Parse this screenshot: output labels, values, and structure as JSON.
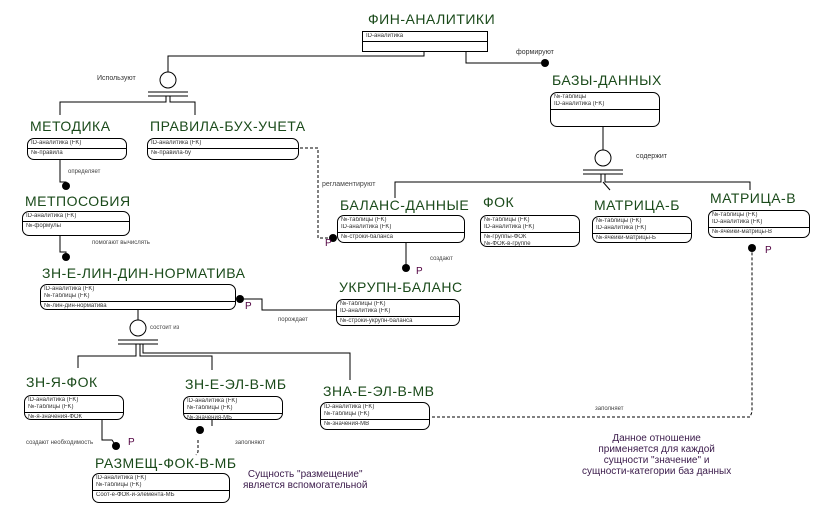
{
  "entities": {
    "fin": {
      "title": "ФИН-АНАЛИТИКИ",
      "pk": [
        "ID-аналитика"
      ],
      "attrs": []
    },
    "bazy": {
      "title": "БАЗЫ-ДАННЫХ",
      "pk": [
        "№-таблицы",
        "ID-аналитика (FK)"
      ],
      "attrs": []
    },
    "metodika": {
      "title": "МЕТОДИКА",
      "pk": [
        "ID-аналитика (FK)"
      ],
      "attrs": [
        "№-правила"
      ]
    },
    "pravila": {
      "title": "ПРАВИЛА-БУХ-УЧЕТА",
      "pk": [
        "ID-аналитика (FK)"
      ],
      "attrs": [
        "№-правила-бу"
      ]
    },
    "metposobiya": {
      "title": "МЕТПОСОБИЯ",
      "pk": [
        "ID-аналитика (FK)"
      ],
      "attrs": [
        "№-формулы"
      ]
    },
    "balans": {
      "title": "БАЛАНС-ДАННЫЕ",
      "pk": [
        "№-таблицы (FK)",
        "ID-аналитика (FK)"
      ],
      "attrs": [
        "№-строки-баланса"
      ]
    },
    "fok": {
      "title": "ФОК",
      "pk": [
        "№-таблицы (FK)",
        "ID-аналитика (FK)"
      ],
      "attrs": [
        "№-группы-ФОК",
        "№-ФОК-в-группе"
      ]
    },
    "matrb": {
      "title": "МАТРИЦА-Б",
      "pk": [
        "№-таблицы (FK)",
        "ID-аналитика (FK)"
      ],
      "attrs": [
        "№-ячейки-матрицы-Б"
      ]
    },
    "matrv": {
      "title": "МАТРИЦА-В",
      "pk": [
        "№-таблицы (FK)",
        "ID-аналитика (FK)"
      ],
      "attrs": [
        "№-ячейки-матрицы-В"
      ]
    },
    "zneline": {
      "title": "ЗН-Е-ЛИН-ДИН-НОРМАТИВА",
      "pk": [
        "ID-аналитика (FK)",
        "№-таблицы (FK)"
      ],
      "attrs": [
        "№-лин-дин-норматива"
      ]
    },
    "ukrupn": {
      "title": "УКРУПН-БАЛАНС",
      "pk": [
        "№-таблицы (FK)",
        "ID-аналитика (FK)"
      ],
      "attrs": [
        "№-строки-укрупн-баланса"
      ]
    },
    "znyafok": {
      "title": "ЗН-Я-ФОК",
      "pk": [
        "ID-аналитика (FK)",
        "№-таблицы (FK)"
      ],
      "attrs": [
        "№-я-значения-ФОК"
      ]
    },
    "zneelmb": {
      "title": "ЗН-Е-ЭЛ-В-МБ",
      "pk": [
        "ID-аналитика (FK)",
        "№-таблицы (FK)"
      ],
      "attrs": [
        "№-значения-МБ"
      ]
    },
    "znaeelmv": {
      "title": "ЗНА-Е-ЭЛ-В-МВ",
      "pk": [
        "ID-аналитика (FK)",
        "№-таблицы (FK)"
      ],
      "attrs": [
        "№-значения-МВ"
      ]
    },
    "razmesch": {
      "title": "РАЗМЕЩ-ФОК-В-МБ",
      "pk": [
        "ID-аналитика (FK)",
        "№-таблицы (FK)"
      ],
      "attrs": [
        "Соот-е-ФОК-и-элемента-МБ"
      ]
    }
  },
  "relations": {
    "formiruyut": "формируют",
    "ispolzuyut": "Используют",
    "soderzhit": "содержит",
    "opredelyaet": "определяет",
    "reglamentiruyut": "регламентируют",
    "pomogayut": "помогают вычислять",
    "sozdayut": "создают",
    "porozhdaet": "порождает",
    "sostoit": "состоит из",
    "sozdayut_neobh": "создают необходимость",
    "zapolnyaet1": "заполняет",
    "zapolnyaet2": "заполняют"
  },
  "markers": {
    "p": "P"
  },
  "notes": {
    "razmeshchenie": [
      "Сущность \"размещение\"",
      "является вспомогательной"
    ],
    "otnoshenie": [
      "Данное отношение",
      "применяется для каждой",
      "сущности \"значение\" и",
      "сущности-категории баз данных"
    ]
  }
}
